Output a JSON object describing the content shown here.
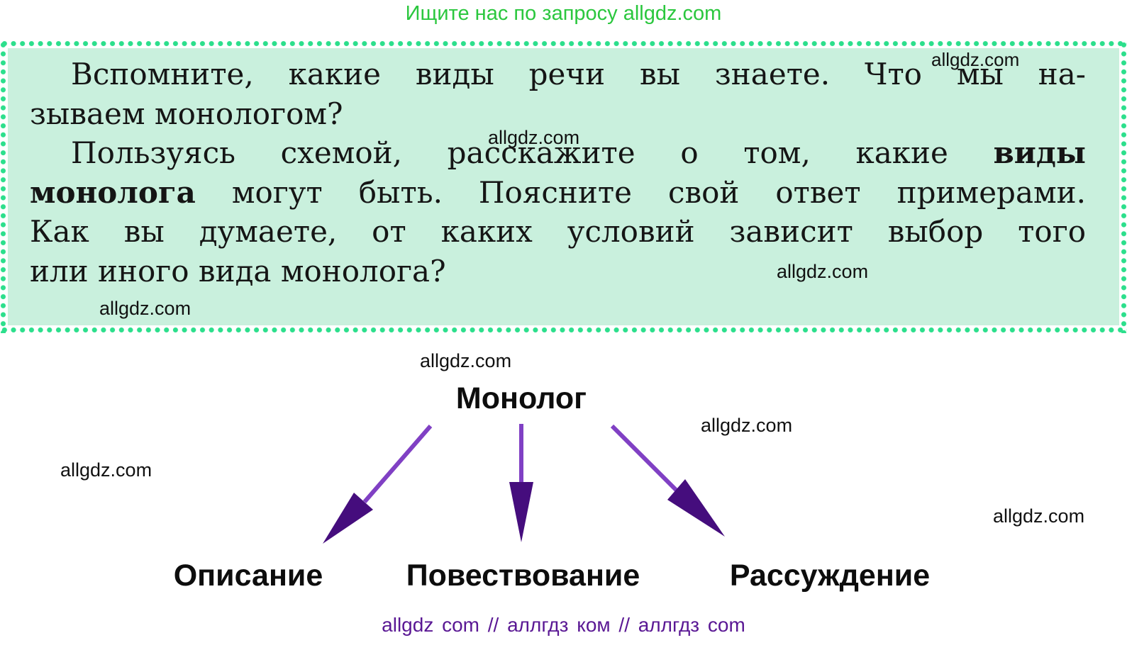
{
  "promo": {
    "text": "Ищите нас по запросу allgdz.com"
  },
  "watermark": {
    "label": "allgdz.com"
  },
  "task_box": {
    "lines": {
      "l1": "Вспомните, какие виды речи вы знаете. Что мы на-",
      "l2": "зываем монологом?",
      "l3_normal": "Пользуясь схемой, расскажите о том, какие ",
      "l3_bold": "виды",
      "l4_bold": "монолога",
      "l4_normal": " могут быть. Поясните свой ответ примерами.",
      "l5": "Как вы думаете, от каких условий зависит выбор того",
      "l6": "или иного вида монолога?"
    }
  },
  "diagram": {
    "root": "Монолог",
    "children": [
      {
        "label": "Описание"
      },
      {
        "label": "Повествование"
      },
      {
        "label": "Рассуждение"
      }
    ]
  },
  "footer": {
    "text": "allgdz com  //  аллгдз ком  //  аллгдз com"
  },
  "colors": {
    "promo_green": "#2bc73e",
    "border_dot_green": "#2cdf8c",
    "box_bg_mint": "#c9f0dd",
    "text_black": "#151515",
    "arrow_line_purple": "#8040c4",
    "arrow_head_purple": "#450d7d",
    "footer_purple": "#5a1894"
  }
}
